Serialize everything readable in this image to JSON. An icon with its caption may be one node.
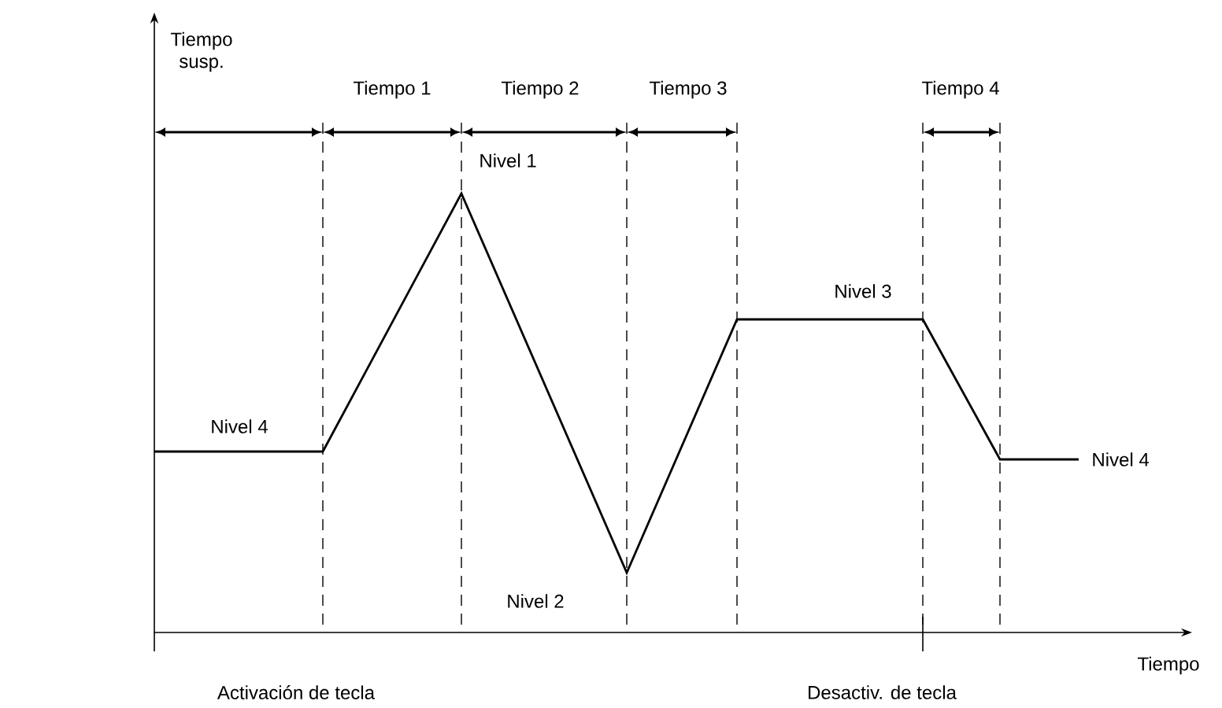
{
  "diagram": {
    "labels": [
      "Tiempo susp.",
      "Tiempo 1",
      "Tiempo 2",
      "Tiempo 3",
      "Tiempo 4",
      "Nivel 1",
      "Nivel 3",
      "Nivel 4",
      "Nivel 4",
      "Nivel 2",
      "Tiempo",
      "Activación de tecla",
      "Desactiv. de tecla"
    ]
  }
}
